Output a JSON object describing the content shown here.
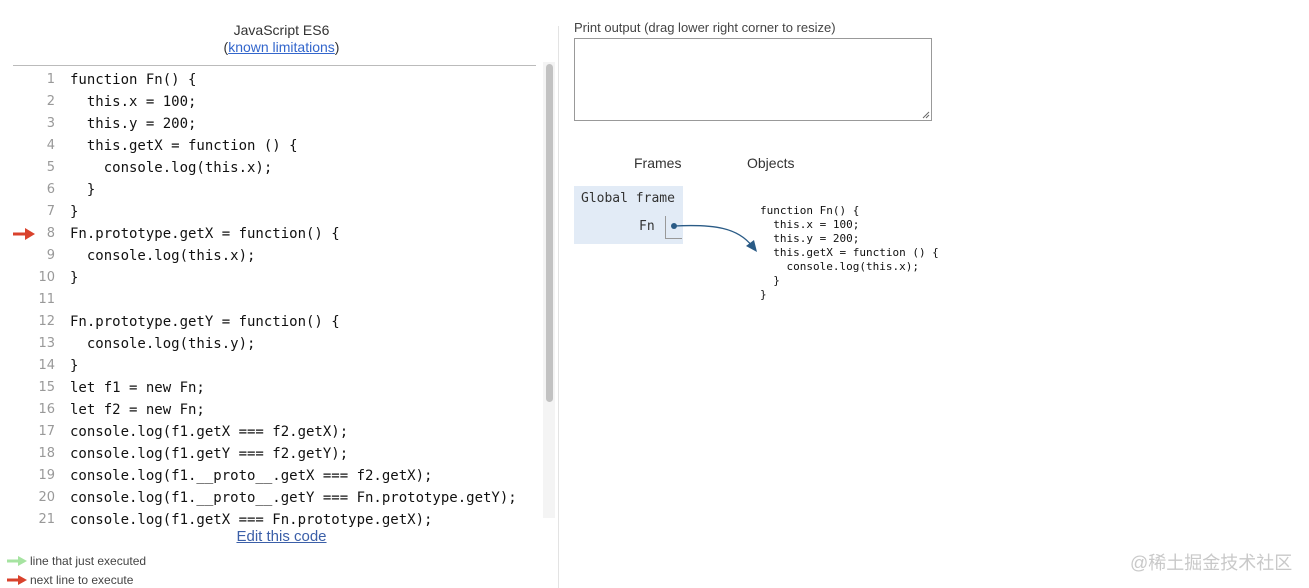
{
  "editor": {
    "language": "JavaScript ES6",
    "limitations_prefix": "(",
    "limitations_link": "known limitations",
    "limitations_suffix": ")",
    "current_line": 8,
    "lines": [
      {
        "num": "1",
        "code": "function Fn() {"
      },
      {
        "num": "2",
        "code": "  this.x = 100;"
      },
      {
        "num": "3",
        "code": "  this.y = 200;"
      },
      {
        "num": "4",
        "code": "  this.getX = function () {"
      },
      {
        "num": "5",
        "code": "    console.log(this.x);"
      },
      {
        "num": "6",
        "code": "  }"
      },
      {
        "num": "7",
        "code": "}"
      },
      {
        "num": "8",
        "code": "Fn.prototype.getX = function() {"
      },
      {
        "num": "9",
        "code": "  console.log(this.x);"
      },
      {
        "num": "10",
        "code": "}"
      },
      {
        "num": "11",
        "code": ""
      },
      {
        "num": "12",
        "code": "Fn.prototype.getY = function() {"
      },
      {
        "num": "13",
        "code": "  console.log(this.y);"
      },
      {
        "num": "14",
        "code": "}"
      },
      {
        "num": "15",
        "code": "let f1 = new Fn;"
      },
      {
        "num": "16",
        "code": "let f2 = new Fn;"
      },
      {
        "num": "17",
        "code": "console.log(f1.getX === f2.getX);"
      },
      {
        "num": "18",
        "code": "console.log(f1.getY === f2.getY);"
      },
      {
        "num": "19",
        "code": "console.log(f1.__proto__.getX === f2.getX);"
      },
      {
        "num": "20",
        "code": "console.log(f1.__proto__.getY === Fn.prototype.getY);"
      },
      {
        "num": "21",
        "code": "console.log(f1.getX === Fn.prototype.getX);"
      }
    ],
    "edit_link": "Edit this code"
  },
  "legend": {
    "just_executed": "line that just executed",
    "next_line": "next line to execute"
  },
  "output": {
    "label": "Print output (drag lower right corner to resize)",
    "value": ""
  },
  "visualizer": {
    "frames_header": "Frames",
    "objects_header": "Objects",
    "global_frame_title": "Global frame",
    "variable_name": "Fn",
    "function_object": "function Fn() {\n  this.x = 100;\n  this.y = 200;\n  this.getX = function () {\n    console.log(this.x);\n  }\n}"
  },
  "watermark": "@稀土掘金技术社区",
  "colors": {
    "next_line_arrow": "#d9422c",
    "just_executed_arrow": "#a6e3a1",
    "frame_background": "#e2ebf6",
    "pointer_arrow": "#2a5b86",
    "link": "#3b5fa8"
  }
}
